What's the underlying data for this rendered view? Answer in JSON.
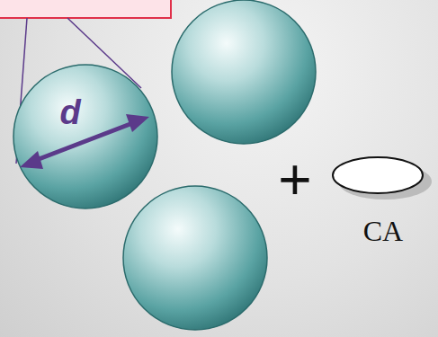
{
  "diagram": {
    "labels": [
      "d",
      "+",
      "CA"
    ]
  }
}
